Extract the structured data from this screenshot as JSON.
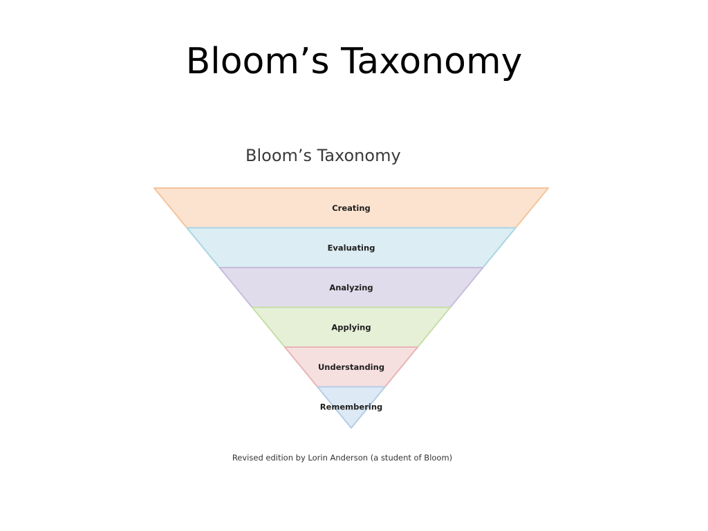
{
  "slide": {
    "title": "Bloom’s Taxonomy"
  },
  "figure": {
    "title": "Bloom’s Taxonomy",
    "caption": "Revised edition by Lorin Anderson (a student of Bloom)",
    "levels": [
      {
        "label": "Creating",
        "fill": "#fbe3cf",
        "stroke": "#f4c49c"
      },
      {
        "label": "Evaluating",
        "fill": "#dcedf3",
        "stroke": "#a9d5e4"
      },
      {
        "label": "Analyzing",
        "fill": "#e1dcec",
        "stroke": "#c6bcdc"
      },
      {
        "label": "Applying",
        "fill": "#e6f0d7",
        "stroke": "#c7dea8"
      },
      {
        "label": "Understanding",
        "fill": "#f6dfdf",
        "stroke": "#e8b4b4"
      },
      {
        "label": "Remembering",
        "fill": "#dde9f5",
        "stroke": "#b2cde6"
      }
    ]
  }
}
